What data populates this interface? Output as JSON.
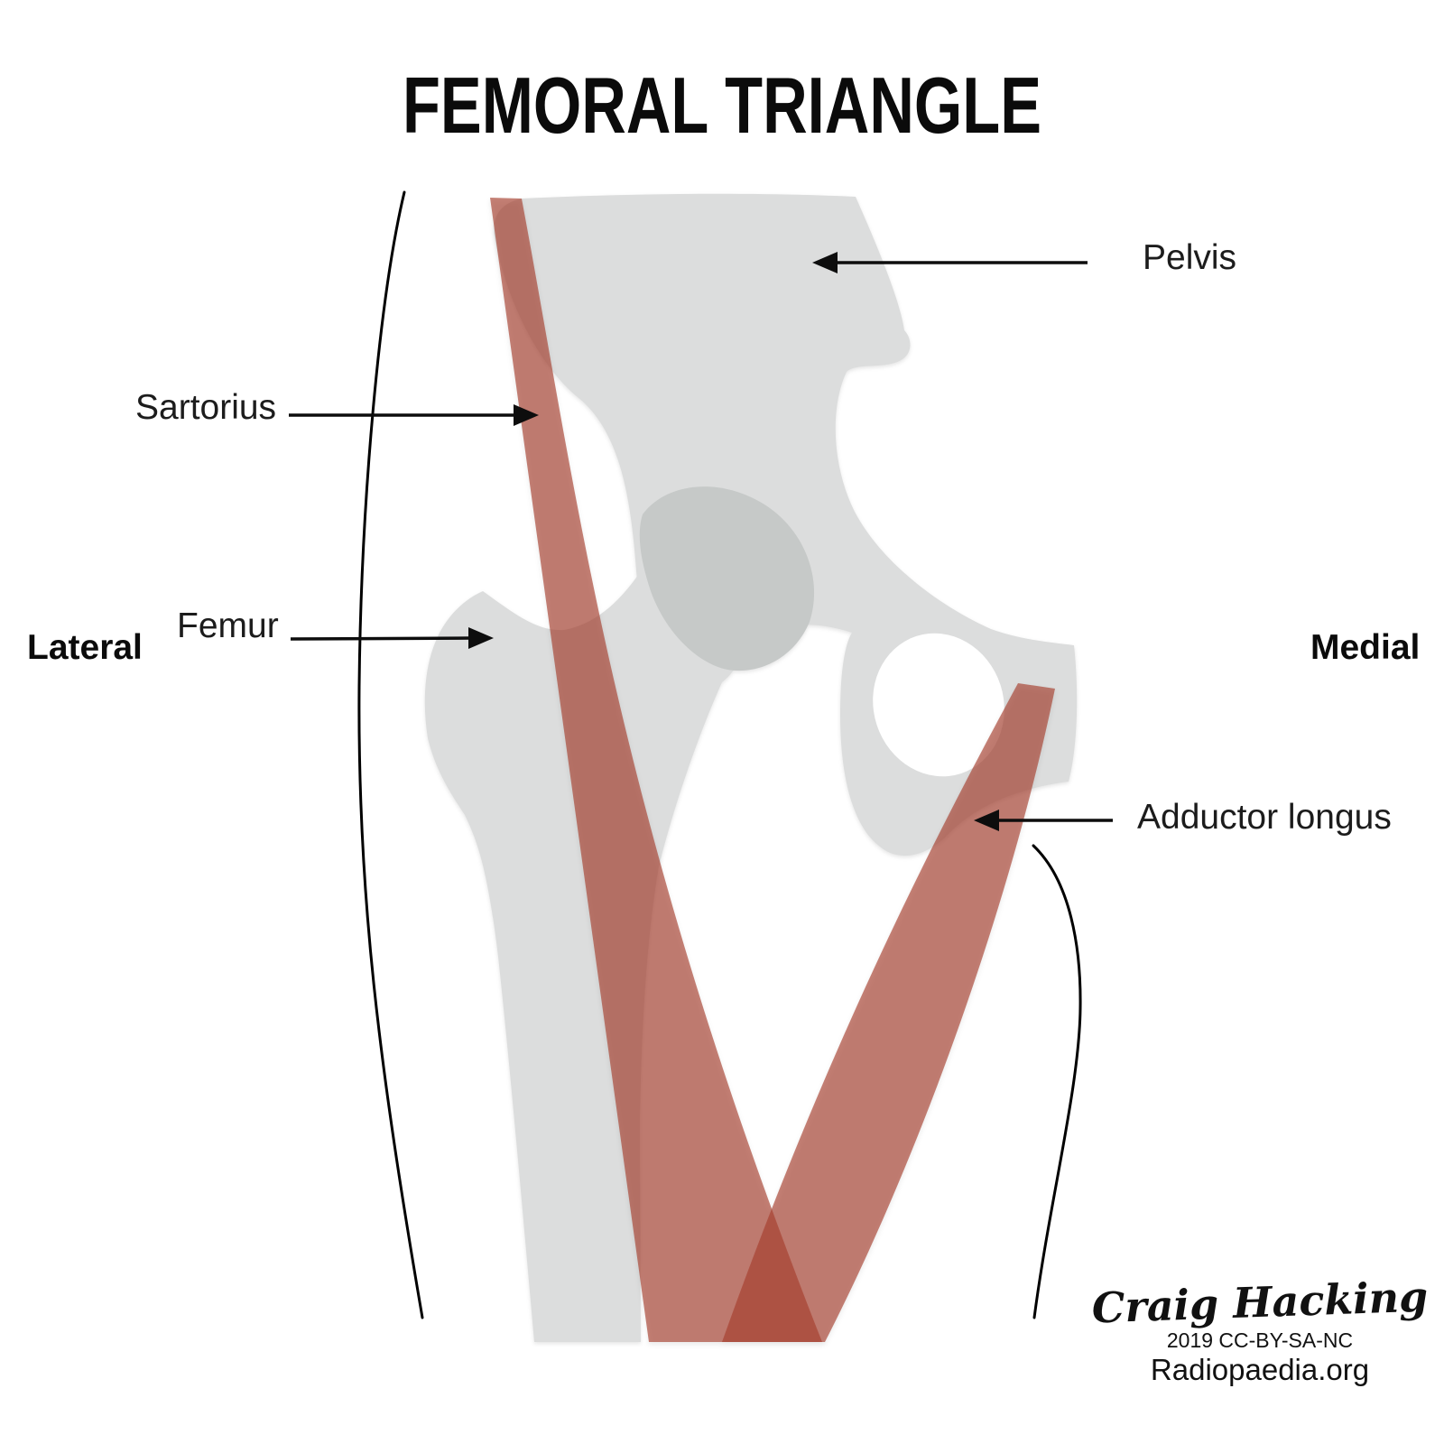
{
  "title": "FEMORAL TRIANGLE",
  "figure": {
    "labels": {
      "pelvis": "Pelvis",
      "sartorius": "Sartorius",
      "femur": "Femur",
      "adductor_longus": "Adductor longus"
    },
    "orientation": {
      "left": "Lateral",
      "right": "Medial"
    }
  },
  "credit": {
    "author": "Craig Hacking",
    "license": "2019 CC-BY-SA-NC",
    "site": "Radiopaedia.org"
  },
  "colors": {
    "muscle": "#a63e2d",
    "bone": "#dcdddd",
    "bone_overlap": "#c6c9c8",
    "outline": "#000000",
    "text": "#1c1c1c"
  }
}
